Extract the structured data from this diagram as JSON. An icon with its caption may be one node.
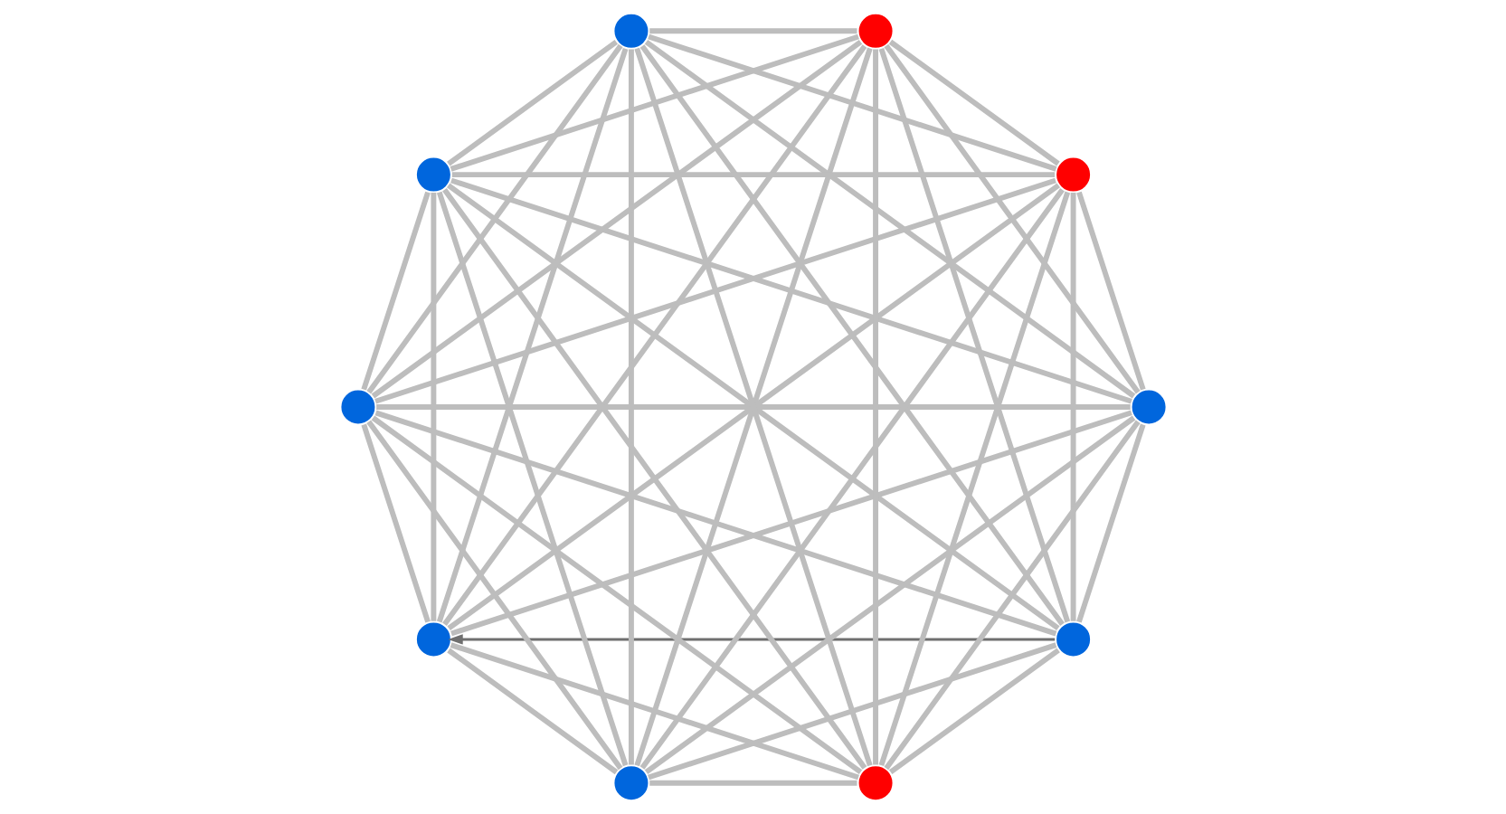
{
  "diagram": {
    "nodes": [
      {
        "text": [],
        "shape": "circle"
      },
      {
        "text": [],
        "shape": "circle"
      },
      {
        "text": [],
        "shape": "circle"
      },
      {
        "text": [],
        "shape": "circle"
      },
      {
        "text": [],
        "shape": "circle"
      },
      {
        "text": [],
        "shape": "circle"
      },
      {
        "text": [],
        "shape": "circle"
      },
      {
        "text": [],
        "shape": "circle"
      },
      {
        "text": [],
        "shape": "circle"
      },
      {
        "text": [],
        "shape": "circle"
      }
    ],
    "edges": [
      {
        "from": 0,
        "to": 1,
        "arrow": "none"
      },
      {
        "from": 0,
        "to": 2,
        "arrow": "none"
      },
      {
        "from": 0,
        "to": 3,
        "arrow": "to",
        "color": "#6f6f6f"
      },
      {
        "from": 0,
        "to": 4,
        "arrow": "none"
      },
      {
        "from": 0,
        "to": 5,
        "arrow": "none"
      },
      {
        "from": 0,
        "to": 6,
        "arrow": "none"
      },
      {
        "from": 0,
        "to": 7,
        "arrow": "none"
      },
      {
        "from": 0,
        "to": 8,
        "arrow": "none"
      },
      {
        "from": 0,
        "to": 9,
        "arrow": "none"
      },
      {
        "from": 1,
        "to": 2,
        "arrow": "none"
      },
      {
        "from": 1,
        "to": 3,
        "arrow": "none"
      },
      {
        "from": 1,
        "to": 4,
        "arrow": "none"
      },
      {
        "from": 1,
        "to": 5,
        "arrow": "none"
      },
      {
        "from": 1,
        "to": 6,
        "arrow": "none"
      },
      {
        "from": 1,
        "to": 7,
        "arrow": "none"
      },
      {
        "from": 1,
        "to": 8,
        "arrow": "none"
      },
      {
        "from": 1,
        "to": 9,
        "arrow": "none"
      },
      {
        "from": 2,
        "to": 3,
        "arrow": "none"
      },
      {
        "from": 2,
        "to": 4,
        "arrow": "none"
      },
      {
        "from": 2,
        "to": 5,
        "arrow": "none"
      },
      {
        "from": 2,
        "to": 6,
        "arrow": "none"
      },
      {
        "from": 2,
        "to": 7,
        "arrow": "none"
      },
      {
        "from": 2,
        "to": 8,
        "arrow": "none"
      },
      {
        "from": 2,
        "to": 9,
        "arrow": "none"
      },
      {
        "from": 3,
        "to": 4,
        "arrow": "none"
      },
      {
        "from": 3,
        "to": 5,
        "arrow": "none"
      },
      {
        "from": 3,
        "to": 6,
        "arrow": "none"
      },
      {
        "from": 3,
        "to": 7,
        "arrow": "none"
      },
      {
        "from": 3,
        "to": 8,
        "arrow": "none"
      },
      {
        "from": 3,
        "to": 9,
        "arrow": "none"
      },
      {
        "from": 4,
        "to": 5,
        "arrow": "none"
      },
      {
        "from": 4,
        "to": 6,
        "arrow": "none"
      },
      {
        "from": 4,
        "to": 7,
        "arrow": "none"
      },
      {
        "from": 4,
        "to": 8,
        "arrow": "none"
      },
      {
        "from": 4,
        "to": 9,
        "arrow": "none"
      },
      {
        "from": 5,
        "to": 6,
        "arrow": "none"
      },
      {
        "from": 5,
        "to": 7,
        "arrow": "none"
      },
      {
        "from": 5,
        "to": 8,
        "arrow": "none"
      },
      {
        "from": 5,
        "to": 9,
        "arrow": "none"
      },
      {
        "from": 6,
        "to": 7,
        "arrow": "none"
      },
      {
        "from": 6,
        "to": 8,
        "arrow": "none"
      },
      {
        "from": 6,
        "to": 9,
        "arrow": "none"
      },
      {
        "from": 7,
        "to": 8,
        "arrow": "none"
      },
      {
        "from": 7,
        "to": 9,
        "arrow": "none"
      },
      {
        "from": 8,
        "to": 9,
        "arrow": "none"
      }
    ]
  }
}
